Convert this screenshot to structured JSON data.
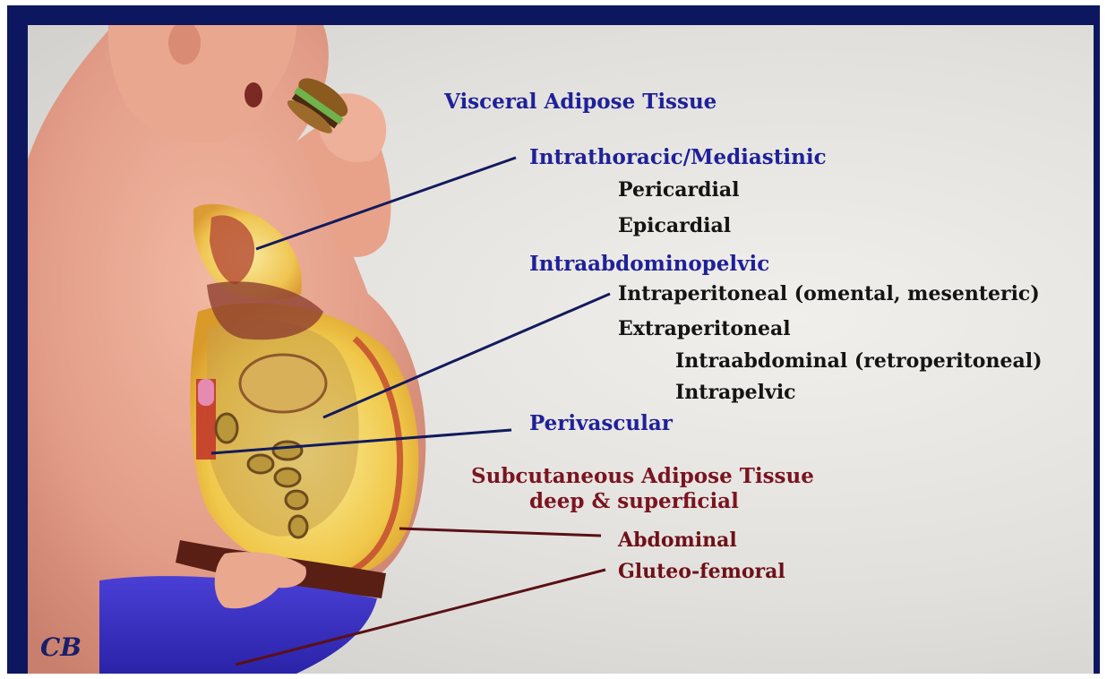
{
  "labels": {
    "visceral_title": "Visceral Adipose Tissue",
    "intrathoracic": "Intrathoracic/Mediastinic",
    "pericardial": "Pericardial",
    "epicardial": "Epicardial",
    "intraabdominopelvic": "Intraabdominopelvic",
    "intraperitoneal": "Intraperitoneal (omental, mesenteric)",
    "extraperitoneal": "Extraperitoneal",
    "intraabdominal": "Intraabdominal (retroperitoneal)",
    "intrapelvic": "Intrapelvic",
    "perivascular": "Perivascular",
    "subcutaneous_title": "Subcutaneous Adipose Tissue",
    "subcutaneous_sub": "deep & superficial",
    "abdominal": "Abdominal",
    "gluteo_femoral": "Gluteo-femoral"
  },
  "signature": "CB",
  "colors": {
    "frame": "#0d1760",
    "visceral_text": "#1f2199",
    "subcutaneous_text": "#7a1420",
    "body_text": "#141414"
  }
}
